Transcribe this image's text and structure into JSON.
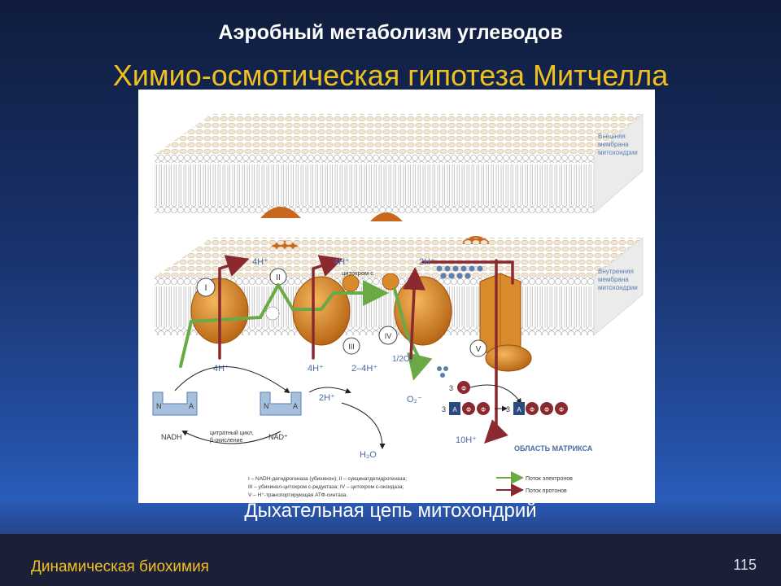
{
  "slide": {
    "title": "Аэробный метаболизм углеводов",
    "subtitle": "Химио-осмотическая гипотеза Митчелла",
    "caption": "Дыхательная цепь митохондрий",
    "footer": "Динамическая биохимия",
    "page_number": "115"
  },
  "diagram": {
    "outer_membrane_label": [
      "Внешняя",
      "мембрана",
      "митохондрии"
    ],
    "inner_membrane_label": [
      "Внутренняя",
      "мембрана",
      "митохондрии"
    ],
    "complex_labels": [
      "I",
      "II",
      "III",
      "IV",
      "V"
    ],
    "top_protons": [
      "4H⁺",
      "4H⁺",
      "2H⁺"
    ],
    "cytochrome_label": "цитохром c",
    "bottom_protons": [
      "4H⁺",
      "4H⁺",
      "2–4H⁺"
    ],
    "half_o2": "1/2O₂",
    "proton_2h": "2H⁺",
    "superoxide": "O₂⁻",
    "water": "H₂O",
    "proton_10h": "10H⁺",
    "matrix_label": "ОБЛАСТЬ МАТРИКСА",
    "nadh": "NADH",
    "nad": "NAD⁺",
    "n_letter": "N",
    "a_letter": "A",
    "cycle_label": [
      "цитратный цикл,",
      "β-окисление"
    ],
    "phosphate_3": "3",
    "phosphate_symbol": "Ф",
    "legend_lines": [
      "I – NADH-дегидрогеназа (убихинон); II – сукцинатдегидрогеназа;",
      "III – убихинол-цитохром с-редуктаза; IV – цитохром с-оксидаза;",
      "V – H⁺-транспортирующая АТФ-синтаза."
    ],
    "legend_electron": "Поток электронов",
    "legend_proton": "Поток протонов",
    "colors": {
      "protein": "#d88a2a",
      "electron_arrow": "#6aaa44",
      "proton_arrow": "#8a2a30",
      "label_blue": "#5a7fb0",
      "membrane_head": "#efe6d8"
    }
  }
}
